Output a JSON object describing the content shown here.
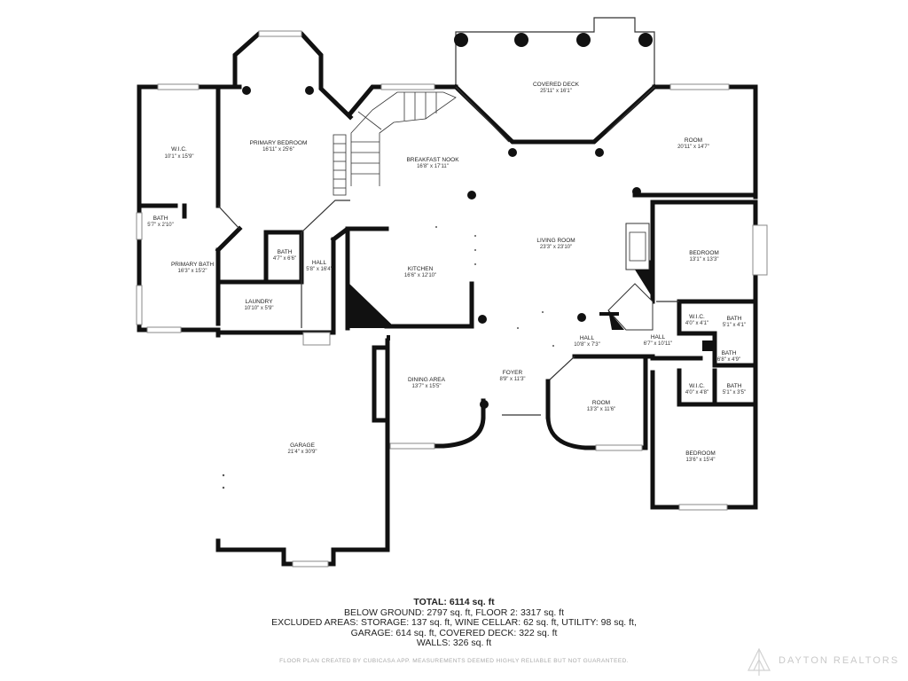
{
  "rooms": [
    {
      "id": "covered-deck",
      "name": "COVERED DECK",
      "dims": "25'11\" x 16'1\""
    },
    {
      "id": "wic-primary",
      "name": "W.I.C.",
      "dims": "10'1\" x 15'9\""
    },
    {
      "id": "primary-bedroom",
      "name": "PRIMARY BEDROOM",
      "dims": "16'11\" x 25'6\""
    },
    {
      "id": "breakfast-nook",
      "name": "BREAKFAST NOOK",
      "dims": "16'8\" x 17'11\""
    },
    {
      "id": "room-ne",
      "name": "ROOM",
      "dims": "20'11\" x 14'7\""
    },
    {
      "id": "bath-small",
      "name": "BATH",
      "dims": "5'7\" x 2'10\""
    },
    {
      "id": "living-room",
      "name": "LIVING ROOM",
      "dims": "23'3\" x 23'10\""
    },
    {
      "id": "bedroom-east",
      "name": "BEDROOM",
      "dims": "13'1\" x 13'3\""
    },
    {
      "id": "bath-mid",
      "name": "BATH",
      "dims": "4'7\" x 6'6\""
    },
    {
      "id": "hall-west",
      "name": "HALL",
      "dims": "5'8\" x 16'4\""
    },
    {
      "id": "primary-bath",
      "name": "PRIMARY BATH",
      "dims": "16'3\" x 15'2\""
    },
    {
      "id": "kitchen",
      "name": "KITCHEN",
      "dims": "16'6\" x 12'10\""
    },
    {
      "id": "laundry",
      "name": "LAUNDRY",
      "dims": "10'10\" x 5'9\""
    },
    {
      "id": "wic-east-1",
      "name": "W.I.C.",
      "dims": "4'0\" x 4'1\""
    },
    {
      "id": "bath-east-1",
      "name": "BATH",
      "dims": "5'1\" x 4'1\""
    },
    {
      "id": "hall-center",
      "name": "HALL",
      "dims": "10'8\" x 7'3\""
    },
    {
      "id": "hall-east",
      "name": "HALL",
      "dims": "6'7\" x 10'11\""
    },
    {
      "id": "bath-east-2",
      "name": "BATH",
      "dims": "6'8\" x 4'9\""
    },
    {
      "id": "foyer",
      "name": "FOYER",
      "dims": "8'9\" x 11'3\""
    },
    {
      "id": "dining-area",
      "name": "DINING AREA",
      "dims": "13'7\" x 15'5\""
    },
    {
      "id": "wic-east-2",
      "name": "W.I.C.",
      "dims": "4'0\" x 4'8\""
    },
    {
      "id": "bath-east-3",
      "name": "BATH",
      "dims": "5'1\" x 3'5\""
    },
    {
      "id": "room-south",
      "name": "ROOM",
      "dims": "13'3\" x 11'6\""
    },
    {
      "id": "garage",
      "name": "GARAGE",
      "dims": "21'4\" x 30'9\""
    },
    {
      "id": "bedroom-south",
      "name": "BEDROOM",
      "dims": "13'6\" x 15'4\""
    }
  ],
  "summary": {
    "total": "TOTAL: 6114 sq. ft",
    "line1": "BELOW GROUND: 2797 sq. ft, FLOOR 2: 3317 sq. ft",
    "line2": "EXCLUDED AREAS: STORAGE: 137 sq. ft, WINE CELLAR: 62 sq. ft, UTILITY: 98 sq. ft,",
    "line3": "GARAGE: 614 sq. ft, COVERED DECK: 322 sq. ft",
    "line4": "WALLS: 326 sq. ft"
  },
  "disclaimer": "FLOOR PLAN CREATED BY CUBICASA APP. MEASUREMENTS DEEMED HIGHLY RELIABLE BUT NOT GUARANTEED.",
  "watermark": "DAYTON REALTORS"
}
